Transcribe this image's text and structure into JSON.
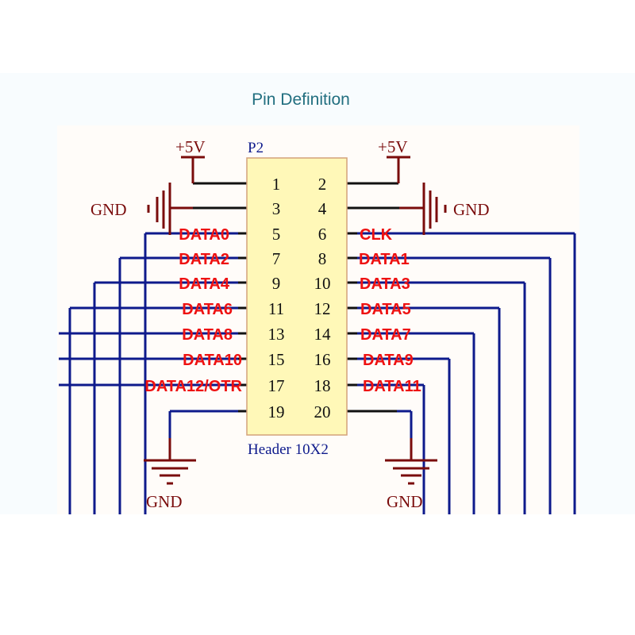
{
  "title": "Pin Definition",
  "component": {
    "designator": "P2",
    "name": "Header 10X2"
  },
  "power_labels": {
    "vcc_left": "+5V",
    "vcc_right": "+5V",
    "gnd_top_left": "GND",
    "gnd_top_right": "GND",
    "gnd_bottom_left": "GND",
    "gnd_bottom_right": "GND"
  },
  "pins": {
    "left": [
      {
        "num": "1",
        "signal": "+5V"
      },
      {
        "num": "3",
        "signal": "GND"
      },
      {
        "num": "5",
        "signal": "DATA0"
      },
      {
        "num": "7",
        "signal": "DATA2"
      },
      {
        "num": "9",
        "signal": "DATA4"
      },
      {
        "num": "11",
        "signal": "DATA6"
      },
      {
        "num": "13",
        "signal": "DATA8"
      },
      {
        "num": "15",
        "signal": "DATA10"
      },
      {
        "num": "17",
        "signal": "DATA12/OTR"
      },
      {
        "num": "19",
        "signal": "GND"
      }
    ],
    "right": [
      {
        "num": "2",
        "signal": "+5V"
      },
      {
        "num": "4",
        "signal": "GND"
      },
      {
        "num": "6",
        "signal": "CLK"
      },
      {
        "num": "8",
        "signal": "DATA1"
      },
      {
        "num": "10",
        "signal": "DATA3"
      },
      {
        "num": "12",
        "signal": "DATA5"
      },
      {
        "num": "14",
        "signal": "DATA7"
      },
      {
        "num": "16",
        "signal": "DATA9"
      },
      {
        "num": "18",
        "signal": "DATA11"
      },
      {
        "num": "20",
        "signal": "GND"
      }
    ]
  },
  "colors": {
    "title": "#226f80",
    "signal_label": "#ee1111",
    "wire": "#0e1a8c",
    "power": "#7a0c0c",
    "pin_line": "#111111",
    "header_fill": "#fff8b8",
    "header_border": "#d4a27a"
  }
}
